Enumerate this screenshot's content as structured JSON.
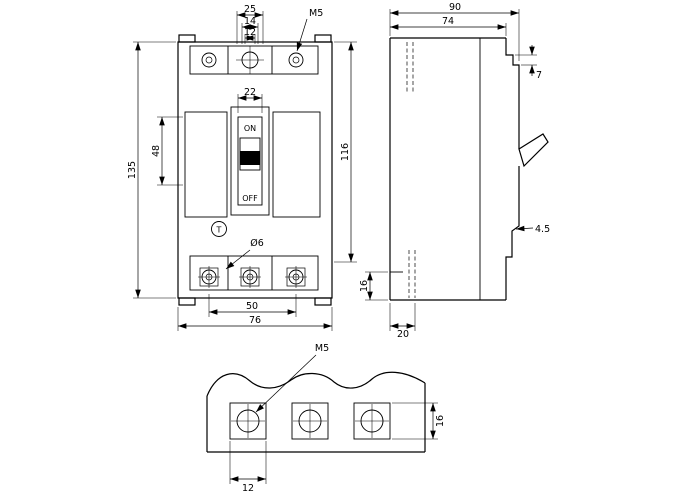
{
  "front_view": {
    "dim_top_outer": "25",
    "dim_top_mid": "14",
    "dim_top_inner": "12",
    "thread_label": "M5",
    "dim_height_total": "135",
    "dim_recess_height": "48",
    "dim_toggle_width": "22",
    "switch_on": "ON",
    "switch_off": "OFF",
    "dim_body_height": "116",
    "test_button": "T",
    "hole_dia_label": "Ø6",
    "dim_terminal_span": "50",
    "dim_width": "76"
  },
  "side_view": {
    "dim_depth_total": "90",
    "dim_depth_body": "74",
    "dim_cover_step": "7",
    "dim_front_step": "4.5",
    "dim_terminal_height": "16",
    "dim_hole_offset": "20"
  },
  "bottom_view": {
    "thread_label": "M5",
    "dim_pad_height": "16",
    "dim_hole_pitch": "12"
  }
}
